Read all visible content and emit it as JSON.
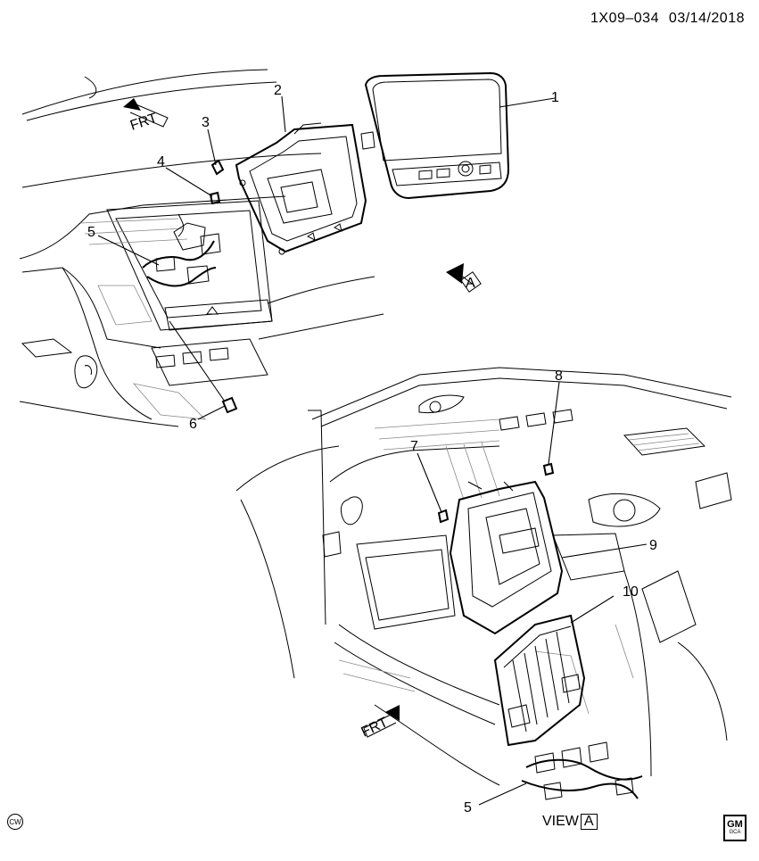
{
  "header": {
    "code": "1X09–034",
    "date": "03/14/2018"
  },
  "callouts": [
    "1",
    "2",
    "3",
    "4",
    "5",
    "6",
    "7",
    "8",
    "9",
    "10",
    "5"
  ],
  "arrows": {
    "front_label": "FRT",
    "view_ref": "A"
  },
  "view_label": {
    "text": "VIEW",
    "ref": "A"
  },
  "logo": {
    "top": "GM",
    "bottom": "GCA"
  },
  "corner_mark": "CW",
  "icons": [
    "front-arrow-icon",
    "view-arrow-icon",
    "gm-logo-icon",
    "cw-mark-icon"
  ]
}
